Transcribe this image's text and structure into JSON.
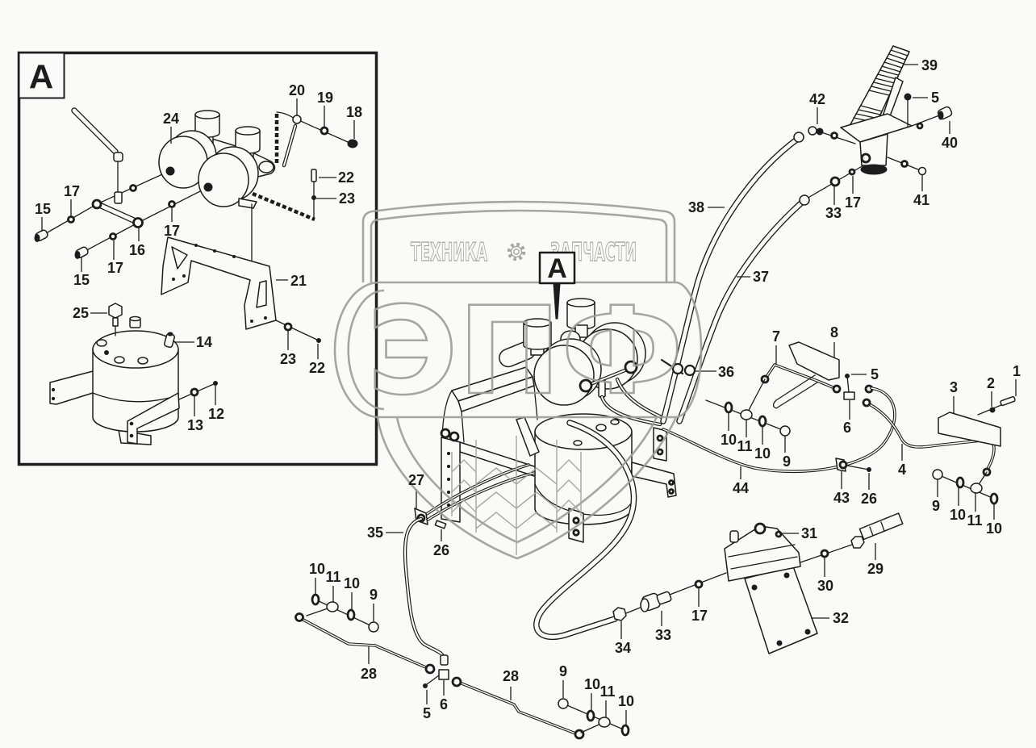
{
  "watermark": {
    "brand_left": "ТЕХНИКА",
    "brand_right": "ЗАПЧАСТИ",
    "logo_letters": "ЭПФ",
    "icon": "gear-icon",
    "color": "#9c9c9c"
  },
  "inset": {
    "marker": "A",
    "callouts": [
      "24",
      "20",
      "19",
      "18",
      "22",
      "23",
      "17",
      "15",
      "17",
      "16",
      "15",
      "17",
      "21",
      "25",
      "14",
      "23",
      "22",
      "13",
      "12"
    ]
  },
  "main": {
    "view_marker": "A",
    "callouts": [
      "39",
      "42",
      "5",
      "40",
      "17",
      "33",
      "41",
      "38",
      "37",
      "36",
      "7",
      "8",
      "5",
      "6",
      "10",
      "11",
      "10",
      "9",
      "1",
      "2",
      "3",
      "4",
      "44",
      "43",
      "26",
      "9",
      "10",
      "11",
      "10",
      "31",
      "29",
      "30",
      "32",
      "17",
      "33",
      "34",
      "27",
      "35",
      "26",
      "10",
      "11",
      "10",
      "9",
      "28",
      "28",
      "5",
      "6",
      "9",
      "10",
      "11",
      "10"
    ]
  },
  "colors": {
    "line_art": "#1c1c1c",
    "background": "#fafaf8"
  }
}
